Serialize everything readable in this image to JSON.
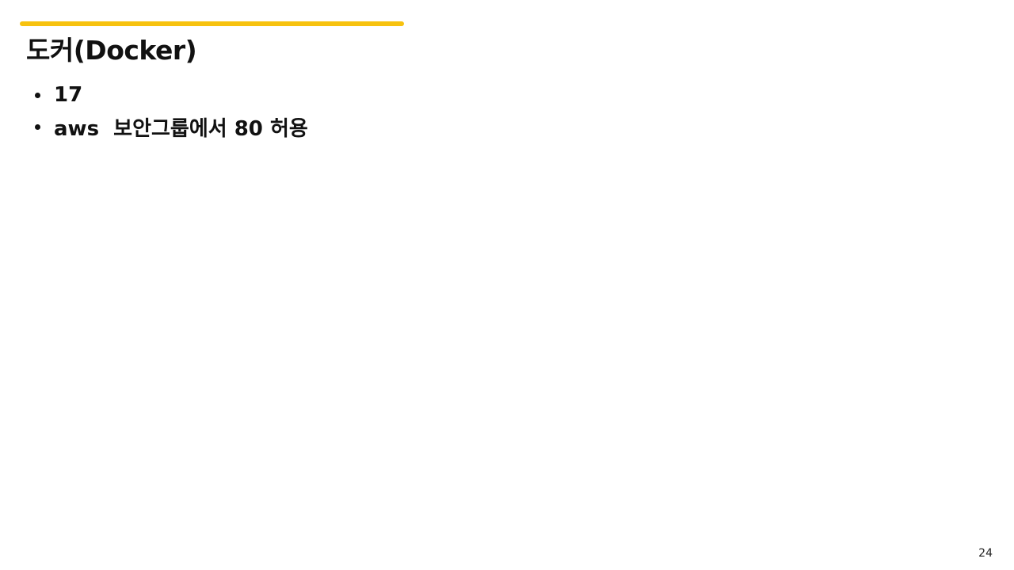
{
  "slide": {
    "accent_color": "#f7c20f",
    "title": "도커(Docker)",
    "bullets": [
      {
        "text": "17"
      },
      {
        "text": "aws  보안그룹에서 80 허용"
      }
    ],
    "page_number": "24"
  }
}
